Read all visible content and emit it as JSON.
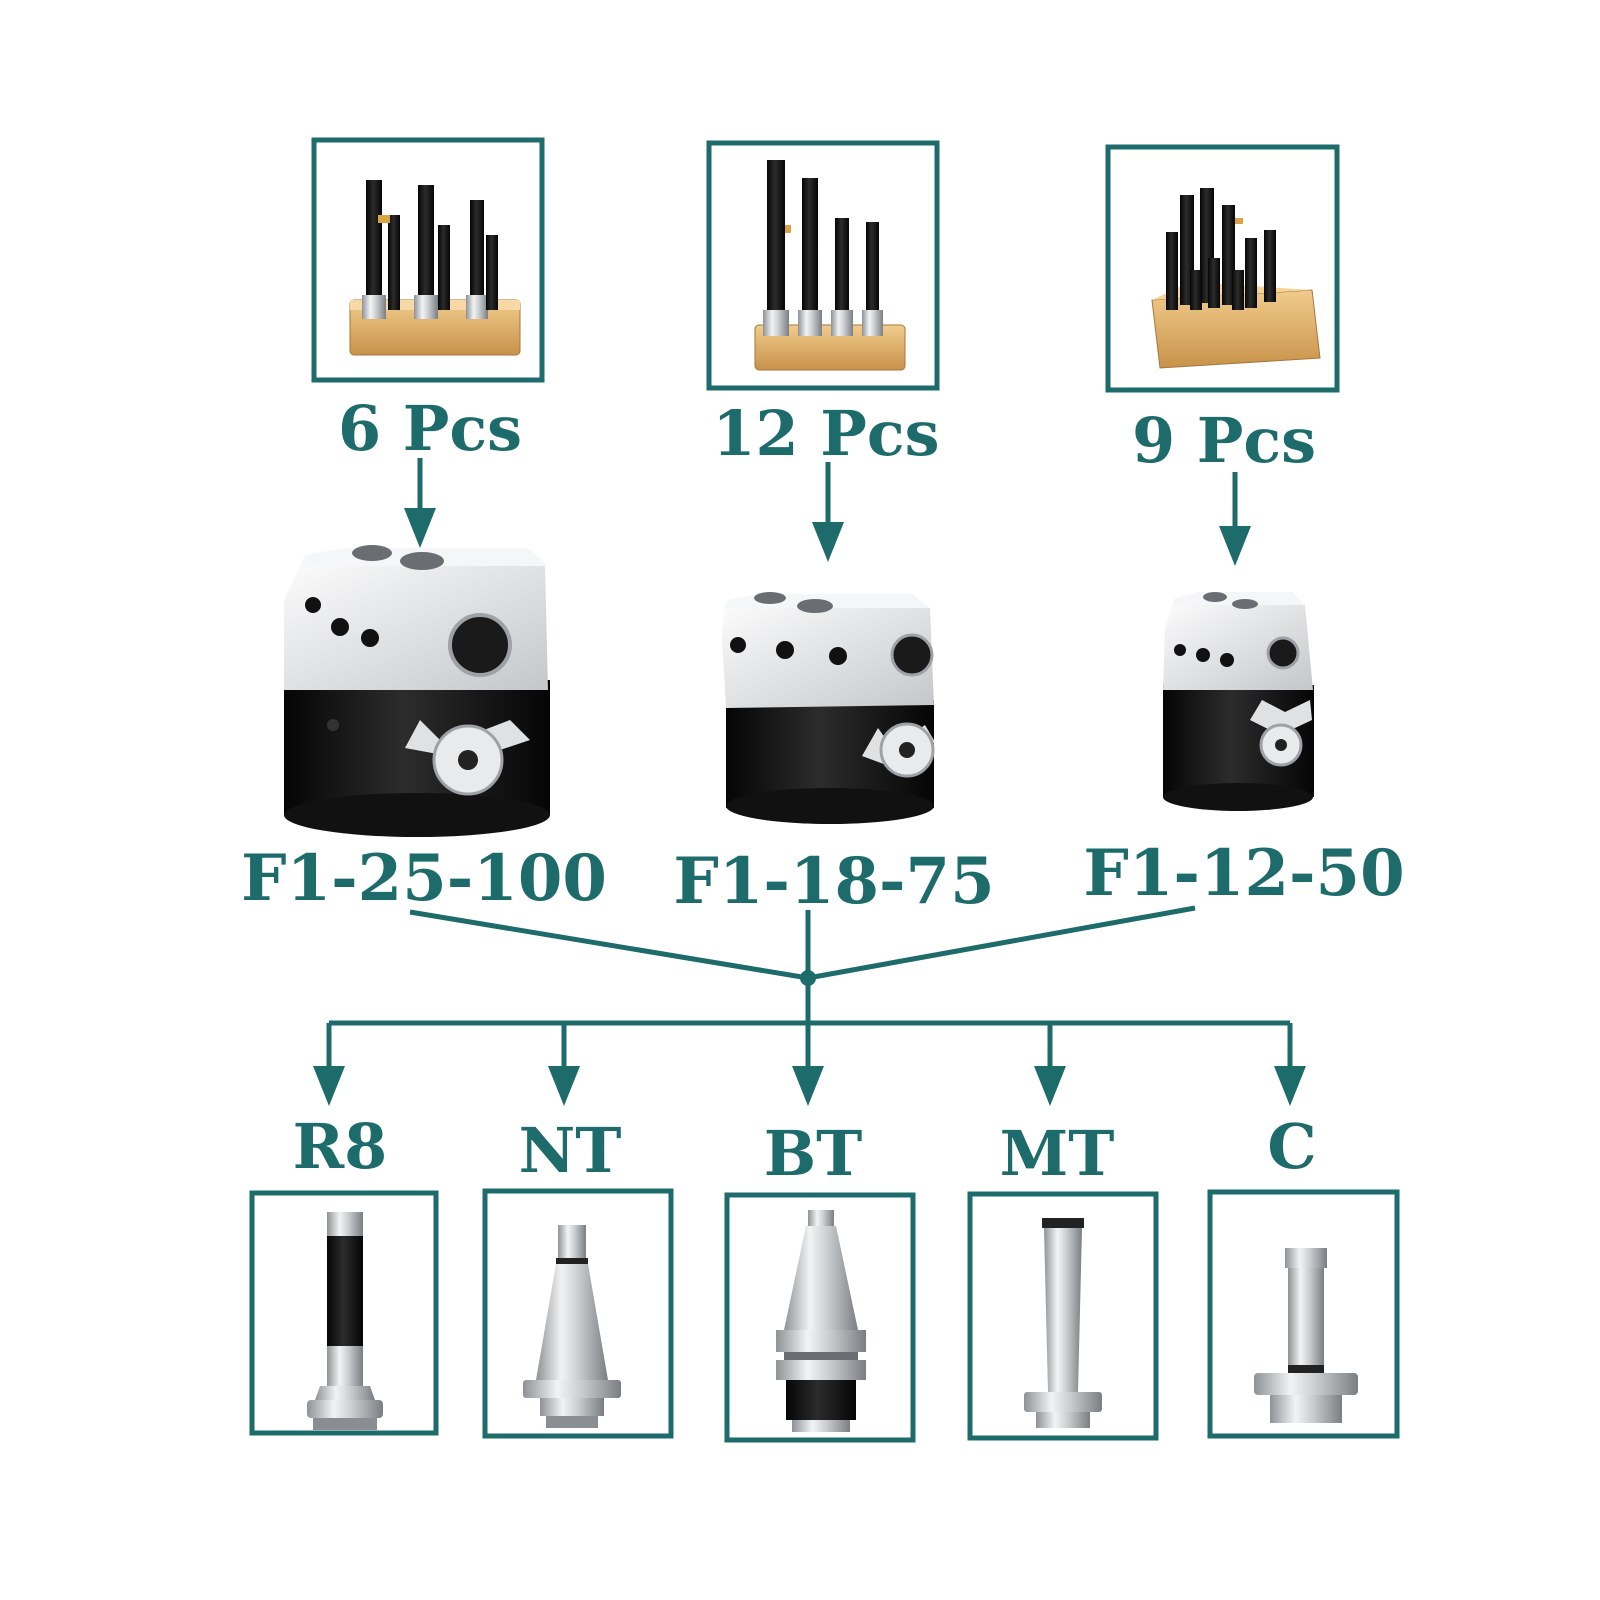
{
  "colors": {
    "teal": "#1e6b6b",
    "wood": "#e3b874",
    "wood_dark": "#b8853e",
    "steel": "#d9dcde",
    "steel_dark": "#8a8e92",
    "black_body": "#141414"
  },
  "boring_bar_sets": [
    {
      "label": "6 Pcs",
      "icon": "boring-bar-set-6-in-wood-block"
    },
    {
      "label": "12 Pcs",
      "icon": "boring-bar-set-12-in-wood-block"
    },
    {
      "label": "9 Pcs",
      "icon": "boring-bar-set-9-in-wood-block"
    }
  ],
  "boring_heads": [
    {
      "model": "F1-25-100",
      "icon": "boring-head-large"
    },
    {
      "model": "F1-18-75",
      "icon": "boring-head-medium"
    },
    {
      "model": "F1-12-50",
      "icon": "boring-head-small"
    }
  ],
  "shanks": [
    {
      "label": "R8",
      "icon": "r8-shank"
    },
    {
      "label": "NT",
      "icon": "nt-shank"
    },
    {
      "label": "BT",
      "icon": "bt-shank"
    },
    {
      "label": "MT",
      "icon": "mt-shank"
    },
    {
      "label": "C",
      "icon": "straight-c-shank"
    }
  ]
}
